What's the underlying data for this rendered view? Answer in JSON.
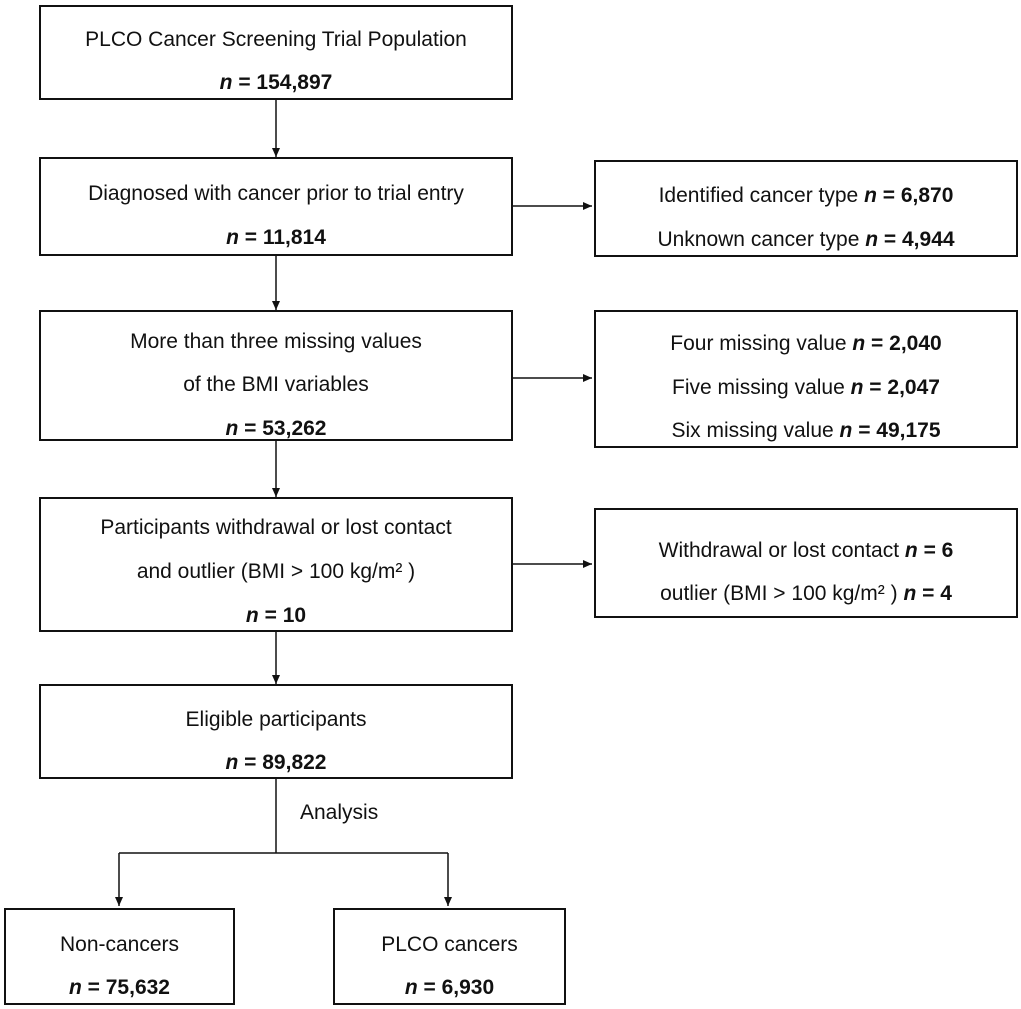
{
  "nodes": {
    "population": {
      "text": "PLCO Cancer Screening Trial Population",
      "n_label": "n",
      "n_value": "= 154,897"
    },
    "prior_cancer": {
      "text": "Diagnosed with cancer prior to trial entry",
      "n_label": "n",
      "n_value": "= 11,814"
    },
    "prior_cancer_detail": {
      "row1_text": "Identified cancer type",
      "row1_n": "n",
      "row1_value": "= 6,870",
      "row2_text": "Unknown cancer type",
      "row2_n": "n",
      "row2_value": "= 4,944"
    },
    "missing_bmi": {
      "line1": "More than three missing values",
      "line2": "of the BMI variables",
      "n_label": "n",
      "n_value": "= 53,262"
    },
    "missing_bmi_detail": {
      "row1_text": "Four missing value",
      "row1_n": "n",
      "row1_value": "= 2,040",
      "row2_text": "Five missing value",
      "row2_n": "n",
      "row2_value": "= 2,047",
      "row3_text": "Six missing value",
      "row3_n": "n",
      "row3_value": "= 49,175"
    },
    "withdrawal": {
      "line1": "Participants withdrawal or lost contact",
      "line2": "and outlier (BMI > 100 kg/m² )",
      "n_label": "n",
      "n_value": "= 10"
    },
    "withdrawal_detail": {
      "row1_text": "Withdrawal or lost contact",
      "row1_n": "n",
      "row1_value": "= 6",
      "row2_text": "outlier (BMI > 100 kg/m² )",
      "row2_n": "n",
      "row2_value": "= 4"
    },
    "eligible": {
      "text": "Eligible participants",
      "n_label": "n",
      "n_value": "= 89,822"
    },
    "non_cancers": {
      "text": "Non-cancers",
      "n_label": "n",
      "n_value": "= 75,632"
    },
    "plco_cancers": {
      "text": "PLCO cancers",
      "n_label": "n",
      "n_value": "= 6,930"
    }
  },
  "edge_labels": {
    "analysis": "Analysis"
  }
}
